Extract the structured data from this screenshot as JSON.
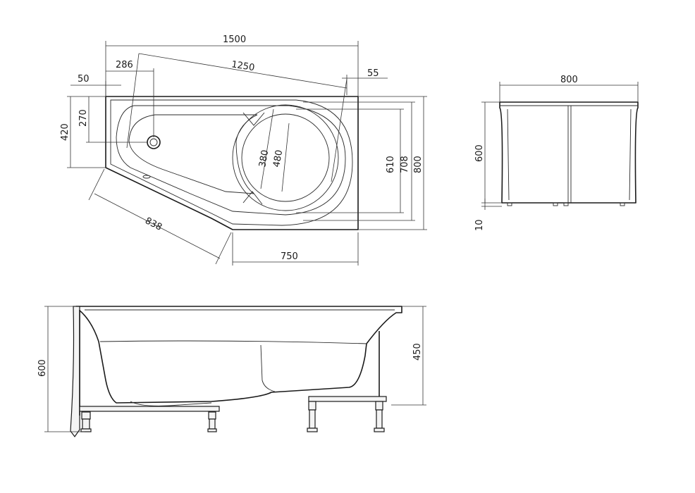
{
  "top_view": {
    "overall_length": "1500",
    "inner_length": "1250",
    "offset_left": "286",
    "rim_left": "50",
    "rim_right": "55",
    "height_left": "420",
    "depth_left": "270",
    "circle_inner": "380",
    "circle_outer": "480",
    "depth_610": "610",
    "depth_708": "708",
    "depth_800": "800",
    "diagonal": "838",
    "bottom_length": "750"
  },
  "front_view": {
    "width": "800",
    "height": "600",
    "leg_height": "10"
  },
  "side_view": {
    "total_height": "600",
    "tub_depth": "450"
  }
}
